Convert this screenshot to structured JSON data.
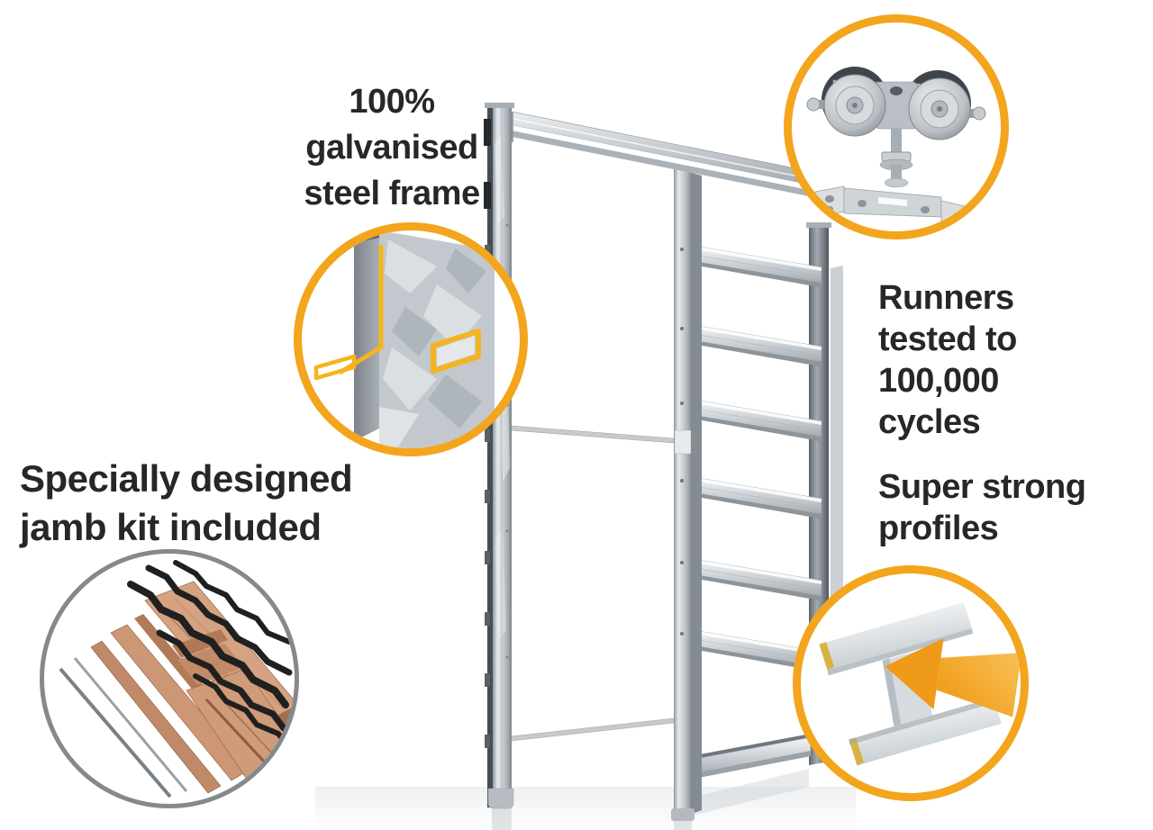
{
  "colors": {
    "background": "#ffffff",
    "accent_orange": "#F2A51D",
    "ring_gray": "#85898d",
    "text": "#272727",
    "steel_light": "#dfe3e6",
    "steel_dark": "#6e757c",
    "wood": "#c9916e"
  },
  "callouts": {
    "steel_frame": {
      "label": "100%\ngalvanised\nsteel frame",
      "image": "galvanised-steel-profile-closeup"
    },
    "runners": {
      "label": "Runners\ntested to\n100,000\ncycles",
      "image": "door-runner-roller-hardware"
    },
    "profiles": {
      "label": "Super strong\nprofiles",
      "image": "steel-profile-with-arrow"
    },
    "jamb_kit": {
      "label": "Specially designed\njamb kit included",
      "image": "timber-jamb-kit-photo"
    }
  },
  "illustration": "galvanised-steel-pocket-door-frame"
}
